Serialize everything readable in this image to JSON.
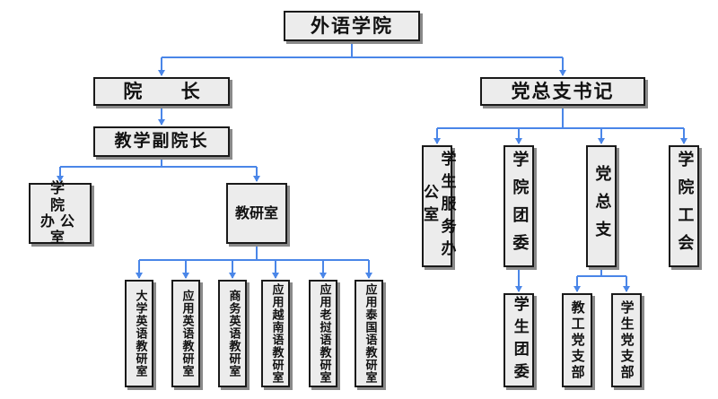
{
  "colors": {
    "connector": "#4a86e8",
    "node_fill": "#ececec",
    "node_border": "#1a1a1a"
  },
  "nodes": {
    "school": "外语学院",
    "dean": "院 长",
    "party_secretary": "党总支书记",
    "vice_dean": "教学副院长",
    "dean_office": "学 院 办公室",
    "teaching_research": "教研室",
    "college_english": "大学英语教研室",
    "applied_english": "应用英语教研室",
    "business_english": "商务英语教研室",
    "applied_vietnamese": "应用越南语教研室",
    "applied_lao": "应用老挝语教研室",
    "applied_thai": "应用泰国语教研室",
    "student_service": "学生服务办公室",
    "youth_league": "学院团委",
    "party_branch": "党总支",
    "labor_union": "学院工会",
    "student_league": "学生团委",
    "staff_party_branch": "教工党支部",
    "student_party_branch": "学生党支部"
  }
}
